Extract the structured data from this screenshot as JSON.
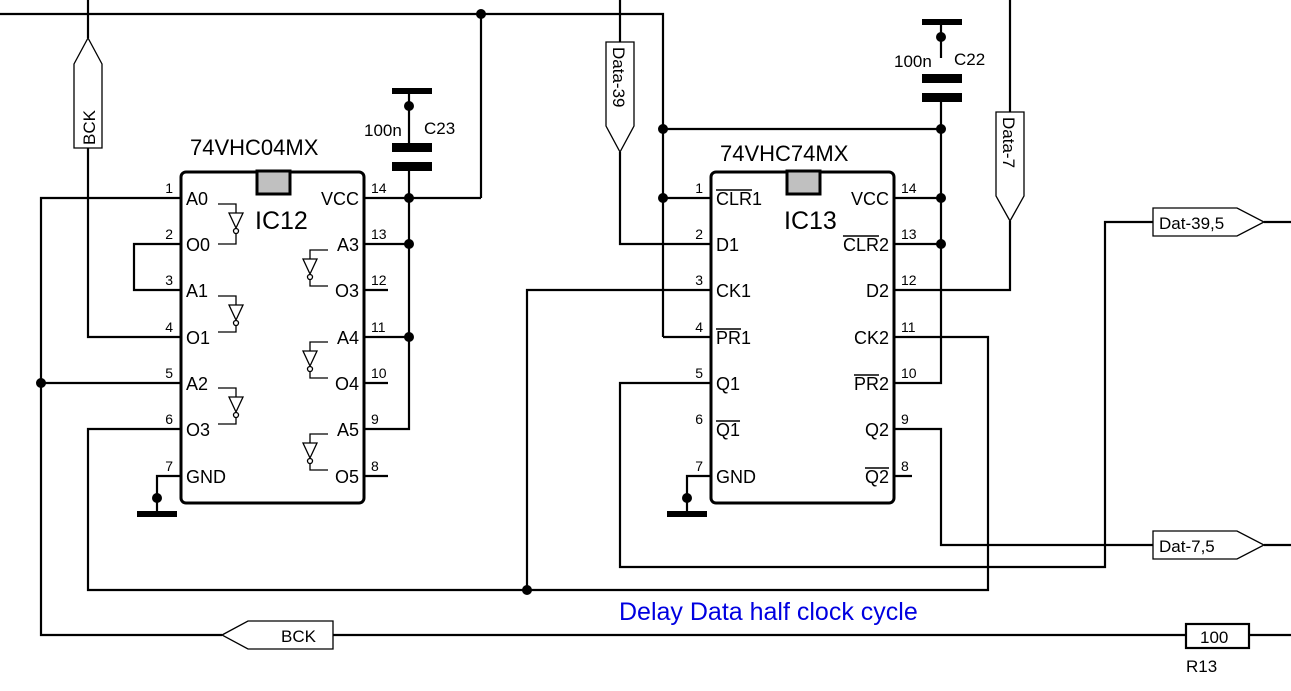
{
  "title": "Delay Data half clock cycle",
  "colors": {
    "wire": "#000000",
    "note": "#0000e0",
    "ic_notch": "#c0c0c0"
  },
  "ic12": {
    "ref": "IC12",
    "part": "74VHC04MX",
    "left_pins": [
      {
        "num": "1",
        "name": "A0"
      },
      {
        "num": "2",
        "name": "O0"
      },
      {
        "num": "3",
        "name": "A1"
      },
      {
        "num": "4",
        "name": "O1"
      },
      {
        "num": "5",
        "name": "A2"
      },
      {
        "num": "6",
        "name": "O3"
      },
      {
        "num": "7",
        "name": "GND"
      }
    ],
    "right_pins": [
      {
        "num": "14",
        "name": "VCC"
      },
      {
        "num": "13",
        "name": "A3"
      },
      {
        "num": "12",
        "name": "O3"
      },
      {
        "num": "11",
        "name": "A4"
      },
      {
        "num": "10",
        "name": "O4"
      },
      {
        "num": "9",
        "name": "A5"
      },
      {
        "num": "8",
        "name": "O5"
      }
    ]
  },
  "ic13": {
    "ref": "IC13",
    "part": "74VHC74MX",
    "left_pins": [
      {
        "num": "1",
        "name": "CLR1",
        "overline": "CLR"
      },
      {
        "num": "2",
        "name": "D1"
      },
      {
        "num": "3",
        "name": "CK1"
      },
      {
        "num": "4",
        "name": "PR1",
        "overline": "PR"
      },
      {
        "num": "5",
        "name": "Q1"
      },
      {
        "num": "6",
        "name": "Q1",
        "overline": "Q1"
      },
      {
        "num": "7",
        "name": "GND"
      }
    ],
    "right_pins": [
      {
        "num": "14",
        "name": "VCC"
      },
      {
        "num": "13",
        "name": "CLR2",
        "overline": "CLR"
      },
      {
        "num": "12",
        "name": "D2"
      },
      {
        "num": "11",
        "name": "CK2"
      },
      {
        "num": "10",
        "name": "PR2",
        "overline": "PR"
      },
      {
        "num": "9",
        "name": "Q2"
      },
      {
        "num": "8",
        "name": "Q2",
        "overline": "Q2"
      }
    ]
  },
  "capacitors": [
    {
      "ref": "C23",
      "value": "100n"
    },
    {
      "ref": "C22",
      "value": "100n"
    }
  ],
  "resistor": {
    "ref": "R13",
    "value": "100"
  },
  "net_labels": {
    "bck_top": "BCK",
    "data39": "Data-39",
    "data7": "Data-7",
    "dat39_out": "Dat-39,5",
    "dat7_out": "Dat-7,5",
    "bck_bottom": "BCK"
  }
}
